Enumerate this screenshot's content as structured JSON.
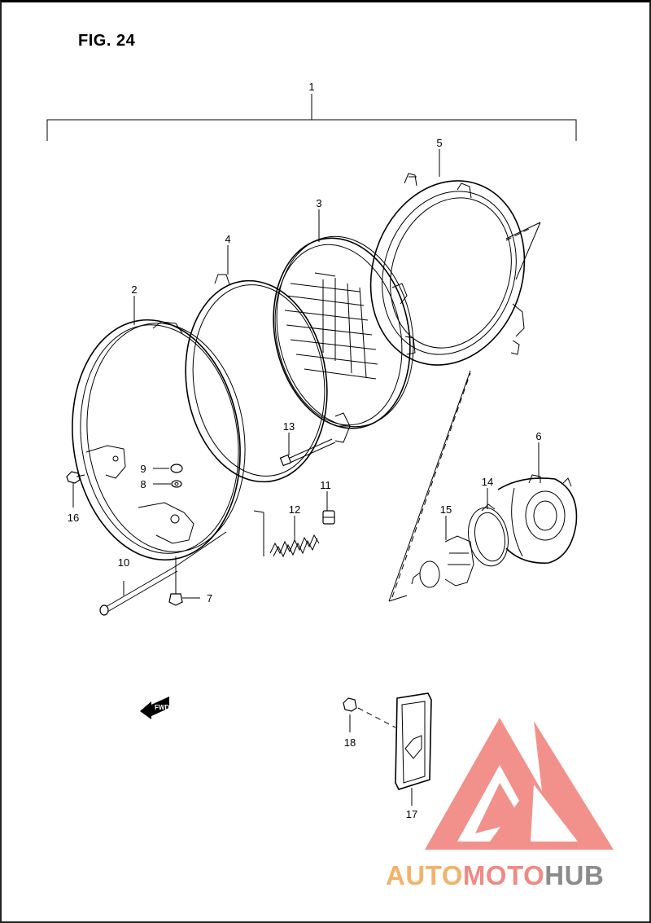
{
  "figure": {
    "title": "FIG. 24"
  },
  "fwd_label": "FWD",
  "callouts": [
    {
      "id": "c1",
      "label": "1"
    },
    {
      "id": "c2",
      "label": "2"
    },
    {
      "id": "c3",
      "label": "3"
    },
    {
      "id": "c4",
      "label": "4"
    },
    {
      "id": "c5",
      "label": "5"
    },
    {
      "id": "c6",
      "label": "6"
    },
    {
      "id": "c7",
      "label": "7"
    },
    {
      "id": "c8",
      "label": "8"
    },
    {
      "id": "c9",
      "label": "9"
    },
    {
      "id": "c10",
      "label": "10"
    },
    {
      "id": "c11",
      "label": "11"
    },
    {
      "id": "c12",
      "label": "12"
    },
    {
      "id": "c13",
      "label": "13"
    },
    {
      "id": "c14",
      "label": "14"
    },
    {
      "id": "c15",
      "label": "15"
    },
    {
      "id": "c16",
      "label": "16"
    },
    {
      "id": "c17",
      "label": "17"
    },
    {
      "id": "c18",
      "label": "18"
    }
  ],
  "watermark": {
    "text_part1": "AUTO",
    "text_part2": "MOTO",
    "text_part3": "HUB",
    "color_part1": "#f2b36a",
    "color_part2": "#f08a82",
    "color_part3": "#8c8c8c",
    "logo_color": "#f07a72"
  }
}
